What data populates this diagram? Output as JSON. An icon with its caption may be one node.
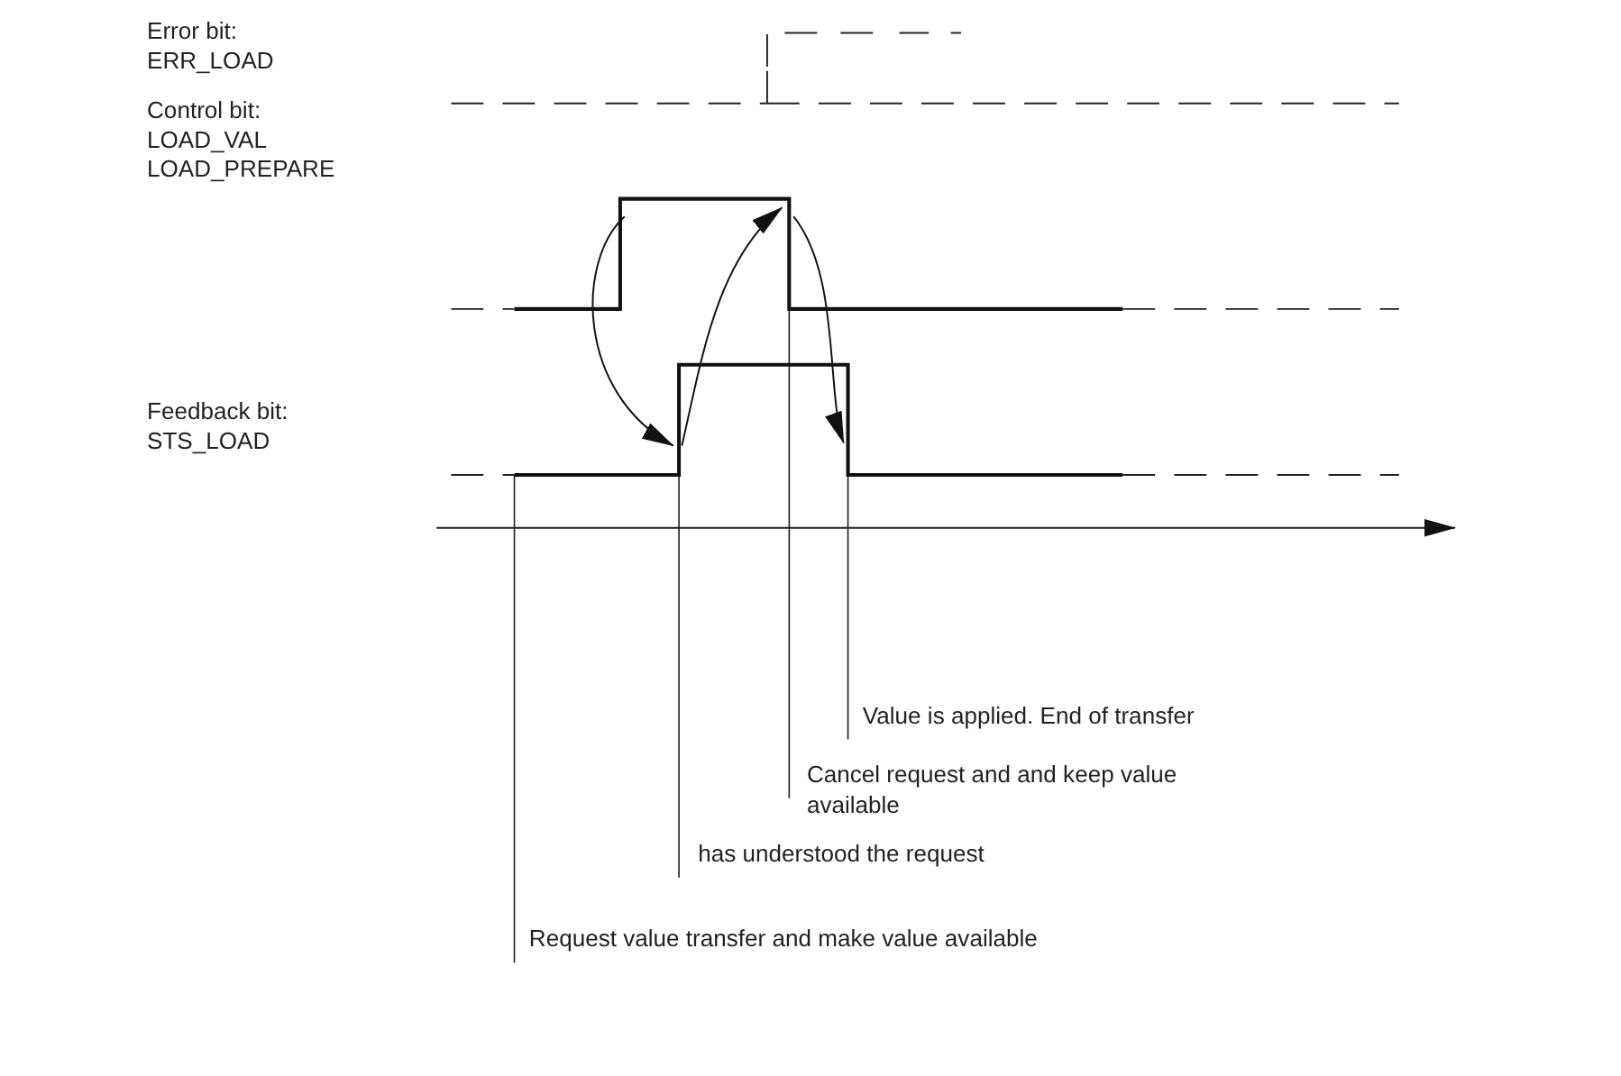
{
  "diagram": {
    "nodes": [
      {
        "text": [],
        "shape": "line"
      },
      {
        "text": [],
        "shape": "line"
      },
      {
        "text": [
          "Value is applied. End of transfer"
        ]
      },
      {
        "text": [
          "Cancel request and and keep value available"
        ]
      },
      {
        "text": [
          "has understood the request"
        ]
      },
      {
        "text": [
          "Request value transfer and make value available"
        ]
      }
    ],
    "edges": [
      {
        "from": 0,
        "to": 1,
        "arrow": "to"
      },
      {
        "from": 1,
        "to": 0,
        "arrow": "to"
      },
      {
        "from": 0,
        "to": 1,
        "arrow": "to"
      },
      {
        "from": 2,
        "to": 1,
        "arrow": "none"
      },
      {
        "from": 3,
        "to": 0,
        "arrow": "none"
      },
      {
        "from": 4,
        "to": 1,
        "arrow": "none"
      },
      {
        "from": 5,
        "to": 1,
        "arrow": "none"
      }
    ],
    "labels": [
      "Error bit:",
      "ERR_LOAD",
      "Control bit:",
      "LOAD_VAL",
      "LOAD_PREPARE",
      "Feedback bit:",
      "STS_LOAD"
    ]
  }
}
